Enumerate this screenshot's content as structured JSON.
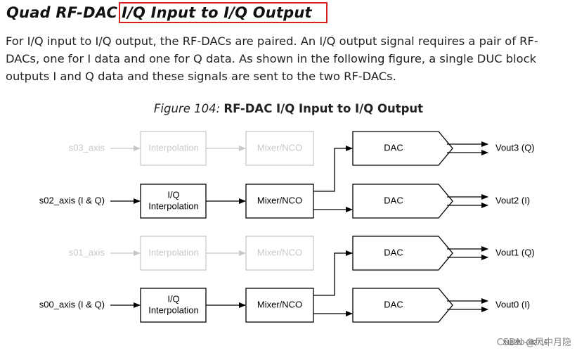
{
  "heading": {
    "prefix": "Quad RF-DAC",
    "highlight": "I/Q Input to I/Q Output"
  },
  "paragraph": {
    "lines": [
      "For I/Q input to I/Q output, the RF-DACs are paired. An I/Q output signal requires a pair of RF-",
      "DACs, one for I data and one for Q data. As shown in the following figure, a single DUC block",
      "outputs I and Q data and these signals are sent to the two RF-DACs."
    ]
  },
  "figure": {
    "number": "Figure 104:",
    "title": "RF-DAC I/Q Input to I/Q Output",
    "colors": {
      "active": "#000000",
      "inactive": "#c8c8c8"
    },
    "rows": [
      {
        "input": "s03_axis",
        "interp_line1": "Interpolation",
        "interp_line2": "",
        "mixer": "Mixer/NCO",
        "active": false
      },
      {
        "input": "s02_axis (I & Q)",
        "interp_line1": "I/Q",
        "interp_line2": "Interpolation",
        "mixer": "Mixer/NCO",
        "active": true
      },
      {
        "input": "s01_axis",
        "interp_line1": "Interpolation",
        "interp_line2": "",
        "mixer": "Mixer/NCO",
        "active": false
      },
      {
        "input": "s00_axis (I & Q)",
        "interp_line1": "I/Q",
        "interp_line2": "Interpolation",
        "mixer": "Mixer/NCO",
        "active": true
      }
    ],
    "dacs": [
      {
        "label": "DAC",
        "output": "Vout3 (Q)"
      },
      {
        "label": "DAC",
        "output": "Vout2 (I)"
      },
      {
        "label": "DAC",
        "output": "Vout1 (Q)"
      },
      {
        "label": "DAC",
        "output": "Vout0 (I)"
      }
    ],
    "doc_id": "X18280-082716"
  },
  "watermark": "CSDN @风中月隐"
}
